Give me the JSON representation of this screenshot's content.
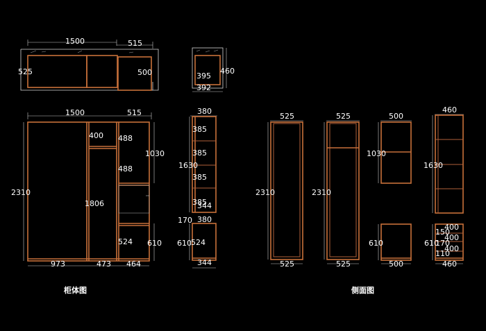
{
  "titles": {
    "cabinet": "柜体图",
    "side": "侧面图"
  },
  "plan": {
    "width": "1500",
    "right": "515",
    "depth_left": "525",
    "depth_right": "500",
    "small_depth": "460",
    "small_inner": "395",
    "small_width": "392"
  },
  "front": {
    "width": "1500",
    "right_width": "515",
    "height": "2310",
    "mid_height": "1806",
    "top_small": "400",
    "upper1": "488",
    "upper2": "488",
    "upper_total": "1030",
    "lower_inner": "524",
    "lower_total": "610",
    "bottom_left": "973",
    "bottom_mid": "473",
    "bottom_right": "464"
  },
  "section": {
    "top": "380",
    "s1": "385",
    "s2": "385",
    "s3": "385",
    "s4": "385",
    "inner": "344",
    "total": "1630",
    "gap": "170",
    "lower_top": "380",
    "lower_left": "610",
    "lower_inner": "524",
    "bottom": "344"
  },
  "sides": {
    "a_top": "525",
    "a_height": "2310",
    "a_bottom": "525",
    "b_top": "525",
    "b_height": "2310",
    "b_bottom": "525",
    "c_top": "500",
    "c_height": "1030",
    "c_lower": "610",
    "c_bottom": "500",
    "d_top": "460",
    "d_height": "1630",
    "d_lower": "610",
    "d_d1": "400",
    "d_d2": "150",
    "d_d3": "400",
    "d_d4": "170",
    "d_d5": "400",
    "d_d6": "110",
    "d_bottom": "460"
  }
}
